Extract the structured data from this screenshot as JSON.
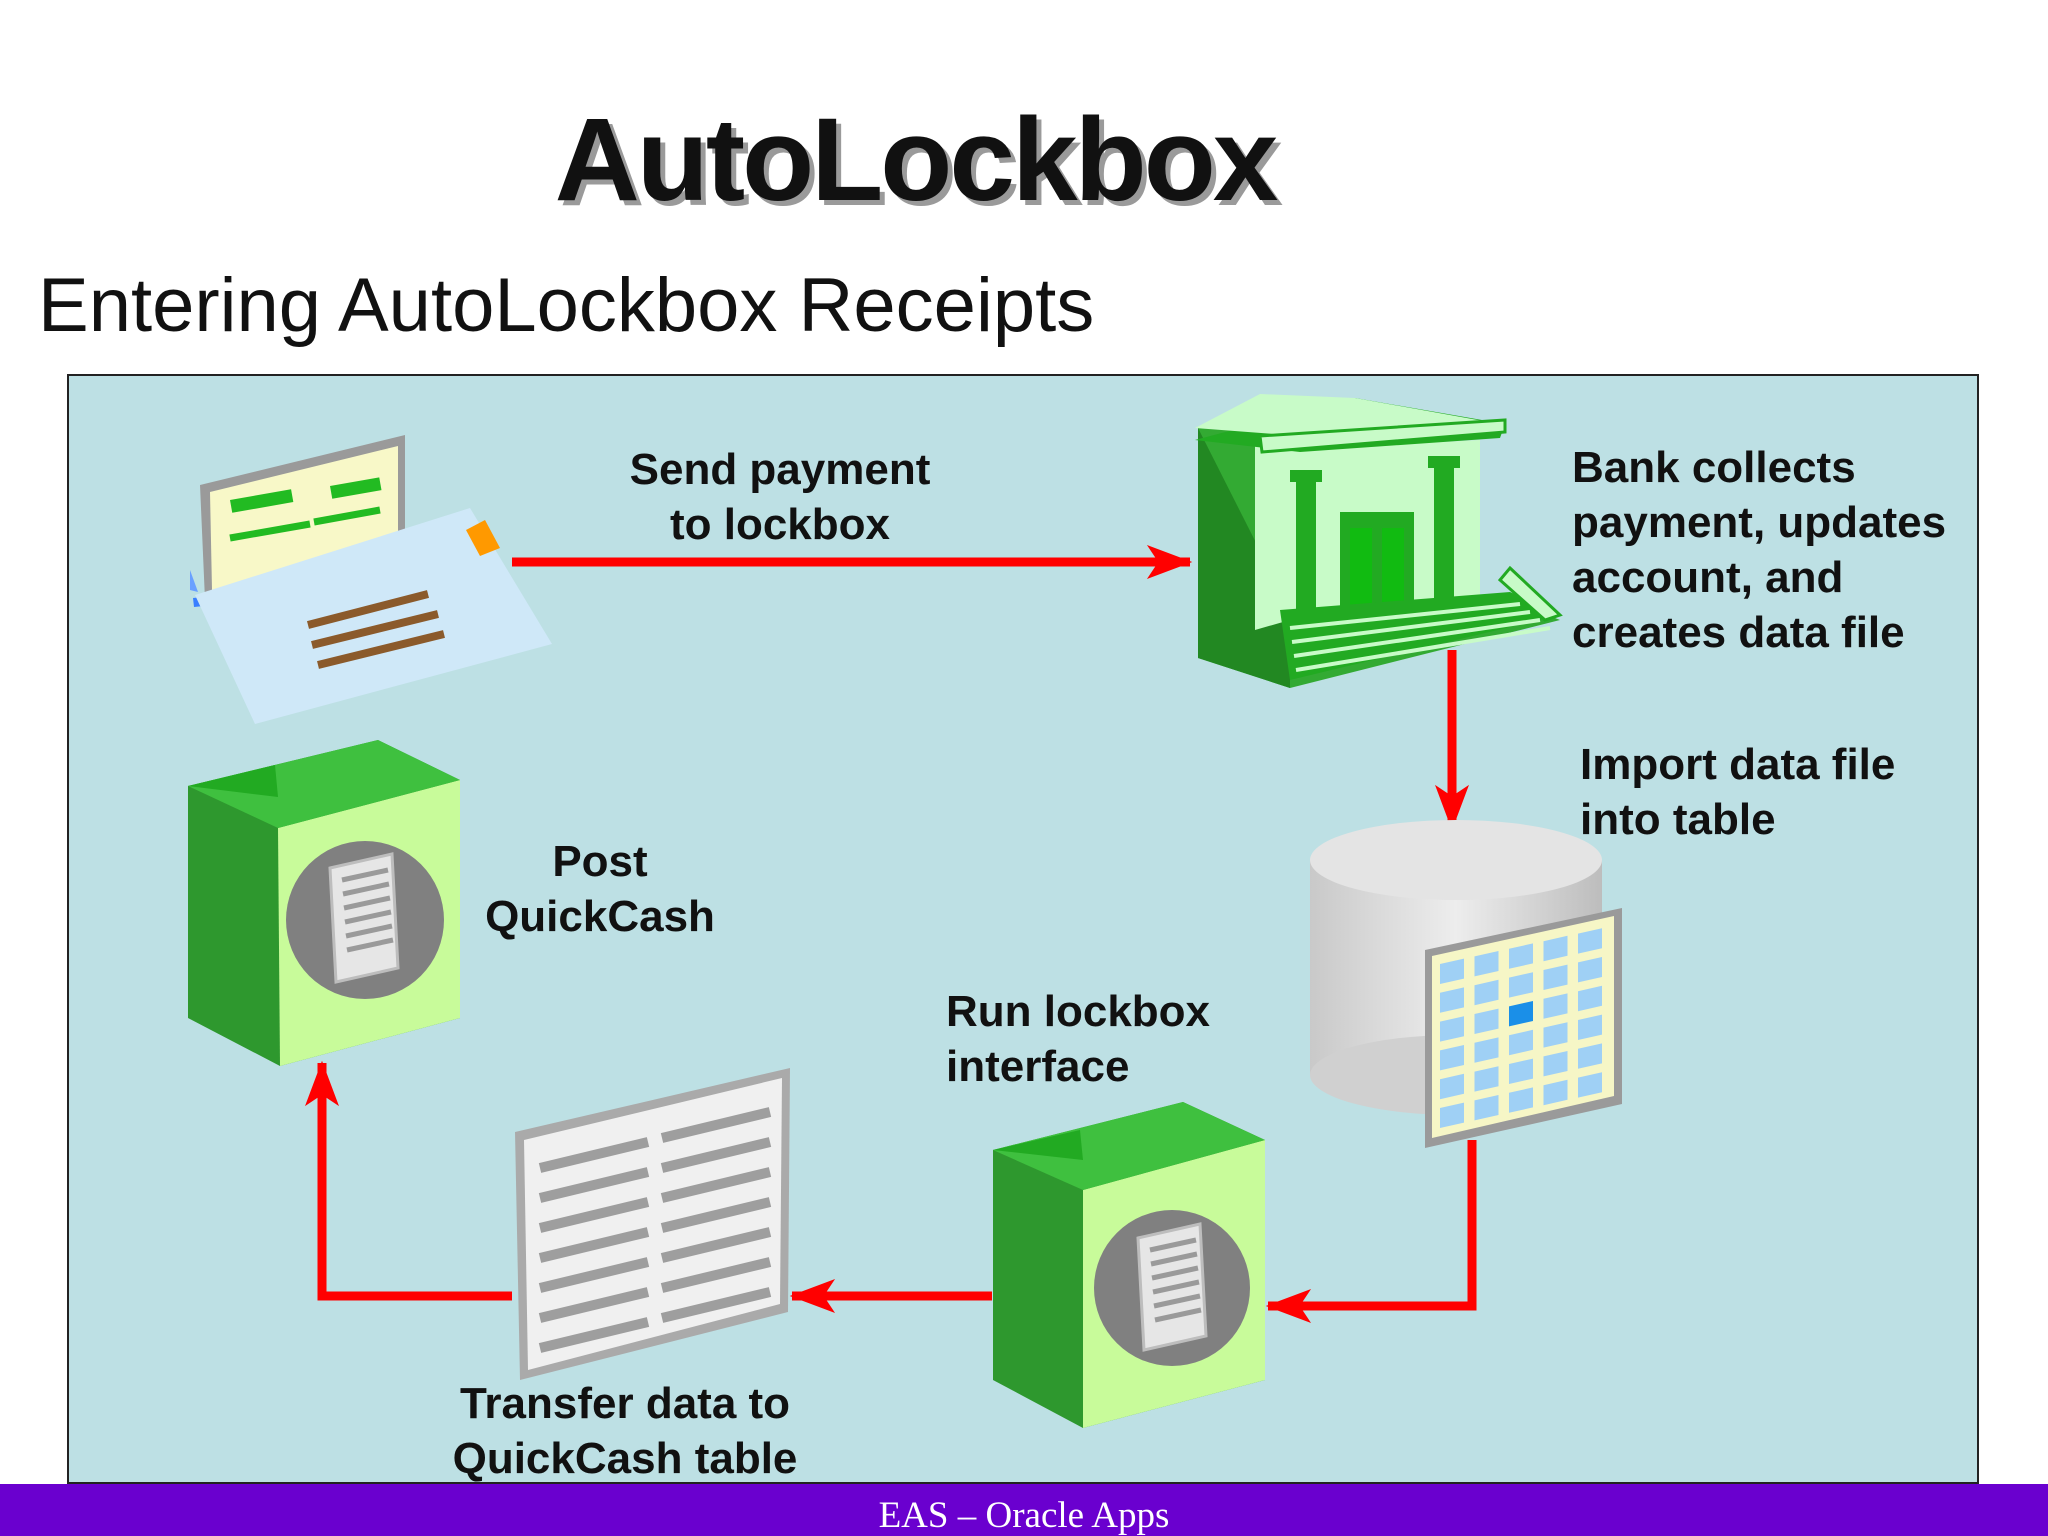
{
  "slide": {
    "title": "AutoLockbox",
    "subtitle": "Entering AutoLockbox Receipts",
    "footer": "EAS – Oracle Apps"
  },
  "diagram": {
    "steps": [
      {
        "id": "send",
        "line1": "Send payment",
        "line2": "to lockbox"
      },
      {
        "id": "bank",
        "line1": "Bank collects",
        "line2": "payment, updates",
        "line3": "account, and",
        "line4": "creates data file"
      },
      {
        "id": "import",
        "line1": "Import data file",
        "line2": "into table"
      },
      {
        "id": "run",
        "line1": "Run lockbox",
        "line2": "interface"
      },
      {
        "id": "transfer",
        "line1": "Transfer data to",
        "line2": "QuickCash table"
      },
      {
        "id": "post",
        "line1": "Post",
        "line2": "QuickCash"
      }
    ],
    "colors": {
      "panel": "#bde0e4",
      "arrow": "#ff0000",
      "green_dark": "#2f9a2f",
      "green_mid": "#3fbf3f",
      "green_light": "#c8fb9a",
      "footer": "#6a00cf"
    },
    "icons": [
      "check-envelope-icon",
      "bank-building-icon",
      "database-cylinder-icon",
      "table-grid-icon",
      "program-box-icon",
      "report-document-icon"
    ]
  }
}
